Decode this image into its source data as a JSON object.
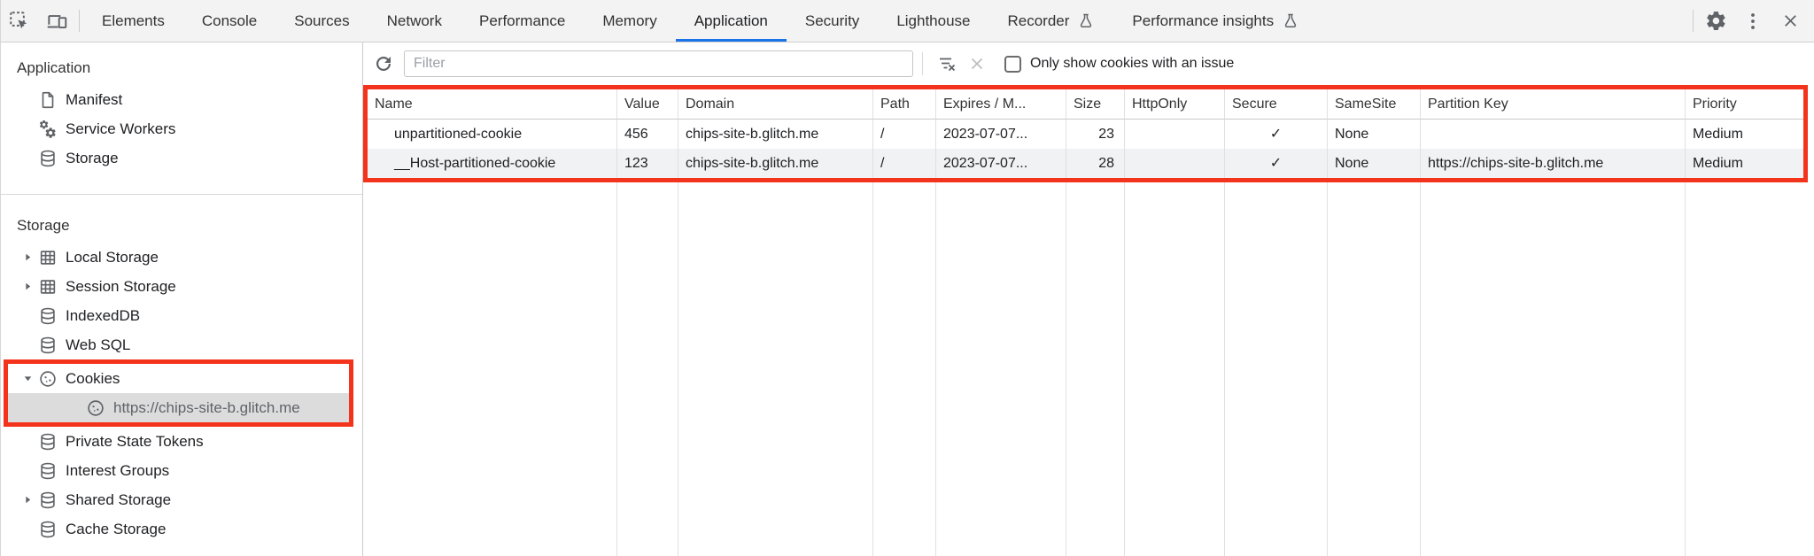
{
  "tabbar": {
    "tabs": [
      {
        "label": "Elements"
      },
      {
        "label": "Console"
      },
      {
        "label": "Sources"
      },
      {
        "label": "Network"
      },
      {
        "label": "Performance"
      },
      {
        "label": "Memory"
      },
      {
        "label": "Application"
      },
      {
        "label": "Security"
      },
      {
        "label": "Lighthouse"
      },
      {
        "label": "Recorder"
      },
      {
        "label": "Performance insights"
      }
    ],
    "selected_tab": "Application"
  },
  "sidebar": {
    "application_section": {
      "title": "Application",
      "items": [
        {
          "label": "Manifest"
        },
        {
          "label": "Service Workers"
        },
        {
          "label": "Storage"
        }
      ]
    },
    "storage_section": {
      "title": "Storage",
      "items": [
        {
          "label": "Local Storage"
        },
        {
          "label": "Session Storage"
        },
        {
          "label": "IndexedDB"
        },
        {
          "label": "Web SQL"
        },
        {
          "label": "Cookies"
        },
        {
          "label": "https://chips-site-b.glitch.me"
        },
        {
          "label": "Private State Tokens"
        },
        {
          "label": "Interest Groups"
        },
        {
          "label": "Shared Storage"
        },
        {
          "label": "Cache Storage"
        }
      ]
    }
  },
  "toolbar": {
    "filter_placeholder": "Filter",
    "filter_value": "",
    "only_show_label": "Only show cookies with an issue"
  },
  "cookie_table": {
    "columns": [
      "Name",
      "Value",
      "Domain",
      "Path",
      "Expires / M...",
      "Size",
      "HttpOnly",
      "Secure",
      "SameSite",
      "Partition Key",
      "Priority"
    ],
    "rows": [
      {
        "name": "unpartitioned-cookie",
        "value": "456",
        "domain": "chips-site-b.glitch.me",
        "path": "/",
        "expires": "2023-07-07...",
        "size": "23",
        "http_only": "",
        "secure": "✓",
        "same_site": "None",
        "partition_key": "",
        "priority": "Medium"
      },
      {
        "name": "__Host-partitioned-cookie",
        "value": "123",
        "domain": "chips-site-b.glitch.me",
        "path": "/",
        "expires": "2023-07-07...",
        "size": "28",
        "http_only": "",
        "secure": "✓",
        "same_site": "None",
        "partition_key": "https://chips-site-b.glitch.me",
        "priority": "Medium"
      }
    ]
  },
  "colors": {
    "accent_blue": "#1a73e8",
    "annotation_red": "#f4331d",
    "selected_item_bg": "#dcdcdc"
  }
}
